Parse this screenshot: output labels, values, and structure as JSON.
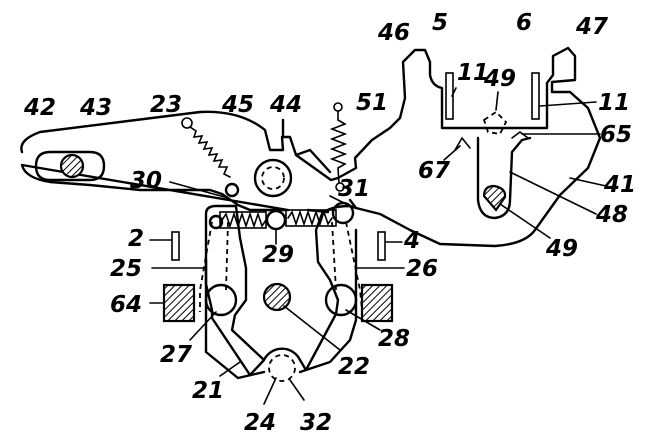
{
  "labels": {
    "n2": "2",
    "n4": "4",
    "n5": "5",
    "n6": "6",
    "n11a": "11",
    "n11b": "11",
    "n21": "21",
    "n22": "22",
    "n23": "23",
    "n24": "24",
    "n25": "25",
    "n26": "26",
    "n27": "27",
    "n28": "28",
    "n29": "29",
    "n30": "30",
    "n31": "31",
    "n32": "32",
    "n41": "41",
    "n42": "42",
    "n43": "43",
    "n44": "44",
    "n45": "45",
    "n46": "46",
    "n47": "47",
    "n48": "48",
    "n49a": "49",
    "n49b": "49",
    "n51": "51",
    "n64": "64",
    "n65": "65",
    "n67": "67"
  }
}
